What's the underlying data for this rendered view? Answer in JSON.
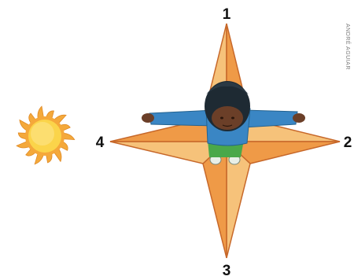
{
  "labels": {
    "point_top": "1",
    "point_right": "2",
    "point_bottom": "3",
    "point_left": "4"
  },
  "credit": "ANDRÉ AGUIAR",
  "colors": {
    "star_light": "#f6c27a",
    "star_dark": "#ef9a47",
    "star_outline": "#c7682a",
    "sun_core": "#fbd44a",
    "sun_rays": "#f4a93b",
    "shirt": "#3a86c4",
    "hair": "#1e2a33",
    "skin": "#6b3f28",
    "pants": "#4aa84a"
  },
  "icons": [
    "sun-icon",
    "compass-star-icon",
    "child-figure-icon"
  ]
}
